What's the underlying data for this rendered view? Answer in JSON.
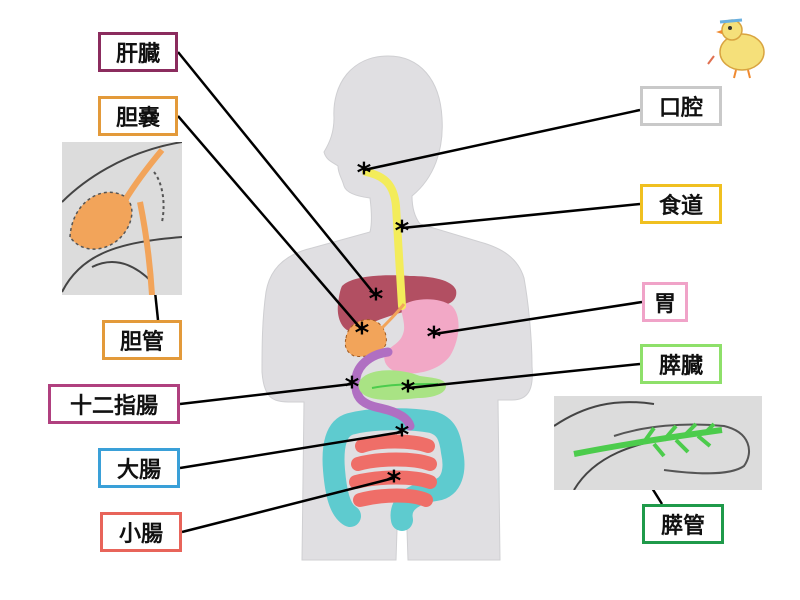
{
  "labels": {
    "liver": {
      "text": "肝臓",
      "color": "#8b2c5e"
    },
    "gallbladder": {
      "text": "胆嚢",
      "color": "#e39a3a"
    },
    "bile_duct": {
      "text": "胆管",
      "color": "#e39a3a"
    },
    "duodenum": {
      "text": "十二指腸",
      "color": "#b0407f"
    },
    "large_intestine": {
      "text": "大腸",
      "color": "#3aa0d8"
    },
    "small_intestine": {
      "text": "小腸",
      "color": "#e8645a"
    },
    "mouth": {
      "text": "口腔",
      "color": "#c9c9c9"
    },
    "esophagus": {
      "text": "食道",
      "color": "#f0c020"
    },
    "stomach": {
      "text": "胃",
      "color": "#f0a3c8"
    },
    "pancreas": {
      "text": "膵臓",
      "color": "#8ee06a"
    },
    "pancreatic_duct": {
      "text": "膵管",
      "color": "#1f9a4a"
    }
  },
  "marker_glyph": "*",
  "colors": {
    "body": "#e0dfe2",
    "liver": "#b24f62",
    "gallbladder": "#f2a45a",
    "esophagus": "#f3ec5a",
    "stomach": "#f2a8c6",
    "pancreas": "#a9e384",
    "pancreatic_duct": "#4ccc4c",
    "duodenum": "#b06fc2",
    "large_intestine": "#5ecbcf",
    "small_intestine": "#ef6e68"
  }
}
